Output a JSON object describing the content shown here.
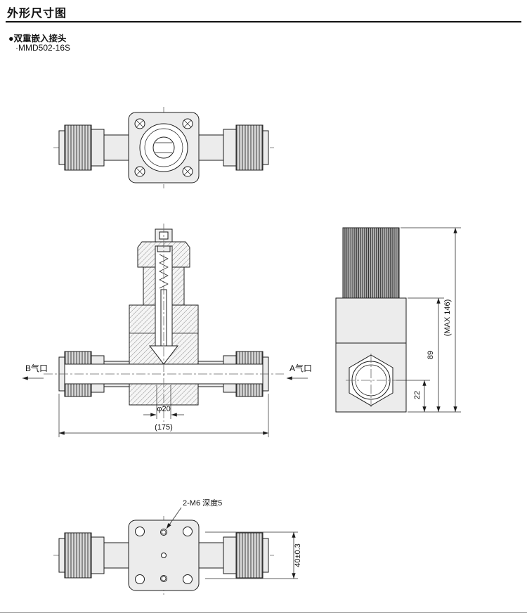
{
  "page": {
    "title": "外形尺寸图",
    "section_bullet": "●双重嵌入接头",
    "model": "·MMD502-16S"
  },
  "front_view": {
    "port_b_label": "B气口",
    "port_a_label": "A气口",
    "dim_bore": "φ20",
    "dim_overall_width": "(175)"
  },
  "side_view": {
    "dim_max_height": "(MAX 146)",
    "dim_body_height": "89",
    "dim_port_height": "22"
  },
  "bottom_view": {
    "thread_note": "2-M6  深度5",
    "dim_hole_pitch": "40±0.3"
  }
}
